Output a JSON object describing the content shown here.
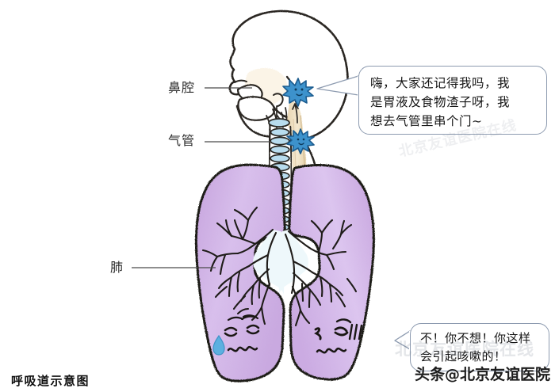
{
  "image": {
    "kind": "hand-drawn-medical-illustration",
    "caption": "呼吸道示意图",
    "background_color": "#ffffff"
  },
  "labels": [
    {
      "id": "nasal-cavity",
      "text": "鼻腔"
    },
    {
      "id": "trachea",
      "text": "气管"
    },
    {
      "id": "lung",
      "text": "肺"
    }
  ],
  "speech_bubbles": [
    {
      "id": "stomach-acid-bubble",
      "text": "嗨，大家还记得我吗，我\n是胃液及食物渣子呀，我\n想去气管里串个门~",
      "border_color": "#8d9bb0",
      "fill_color": "#ffffff",
      "speaker": "stomach-acid-character"
    },
    {
      "id": "lung-reply-bubble",
      "text": "不！你不想！你这样\n会引起咳嗽的！",
      "border_color": "#8d9bb0",
      "fill_color": "#ffffff",
      "speaker": "lung-character"
    }
  ],
  "watermarks": {
    "bottom_right": "头条@北京友谊医院",
    "ghost_repeat": "北京友谊医院在线",
    "ghost_color": "#788091"
  },
  "colors": {
    "ink": "#221f1c",
    "lung_fill": "#cfb0e4",
    "lung_fill_light": "#e2d2f0",
    "trachea_ring": "#b6d8ea",
    "esophagus_fill": "#efe0c4",
    "star_blue": "#2f86c5",
    "tear_blue": "#5aaede",
    "skin_fill": "#fbf4e6"
  },
  "anatomy_parts": [
    {
      "name": "skull-profile",
      "fill": "#ffffff"
    },
    {
      "name": "nasal-cavity",
      "fill": "#fbf4e6"
    },
    {
      "name": "mouth-tongue",
      "fill": "#ffffff"
    },
    {
      "name": "trachea",
      "fill": "#b6d8ea"
    },
    {
      "name": "esophagus",
      "fill": "#efe0c4"
    },
    {
      "name": "left-lung",
      "fill": "#cfb0e4"
    },
    {
      "name": "right-lung",
      "fill": "#cfb0e4"
    },
    {
      "name": "bronchial-tree",
      "fill": "#eaf6fa"
    }
  ],
  "characters": [
    {
      "name": "stomach-acid-star-upper",
      "color": "#2f86c5"
    },
    {
      "name": "stomach-acid-star-lower",
      "color": "#2f86c5"
    },
    {
      "name": "left-lung-face",
      "expression": "crying"
    },
    {
      "name": "right-lung-face",
      "expression": "distressed"
    },
    {
      "name": "teardrop",
      "color": "#5aaede"
    }
  ]
}
